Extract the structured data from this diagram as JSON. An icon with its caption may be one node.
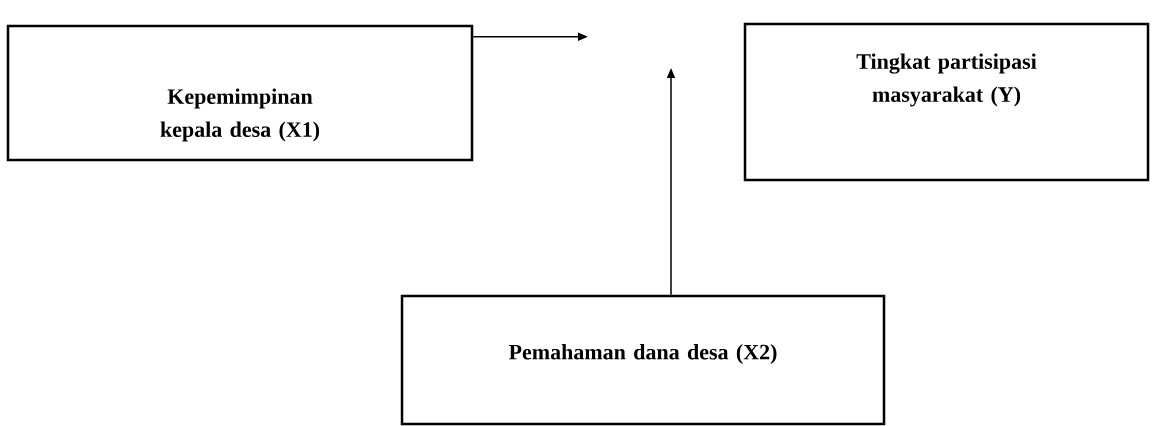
{
  "diagram": {
    "nodes": [
      {
        "text": [
          "Kepemimpinan kepala desa (X1)"
        ]
      },
      {
        "text": [
          "Tingkat partisipasi masyarakat (Y)"
        ]
      },
      {
        "text": [
          "Pemahaman dana desa (X2)"
        ]
      }
    ],
    "edges": [
      {
        "from": 0,
        "to": null,
        "arrow": "to"
      },
      {
        "from": 2,
        "to": null,
        "arrow": "to"
      }
    ]
  }
}
